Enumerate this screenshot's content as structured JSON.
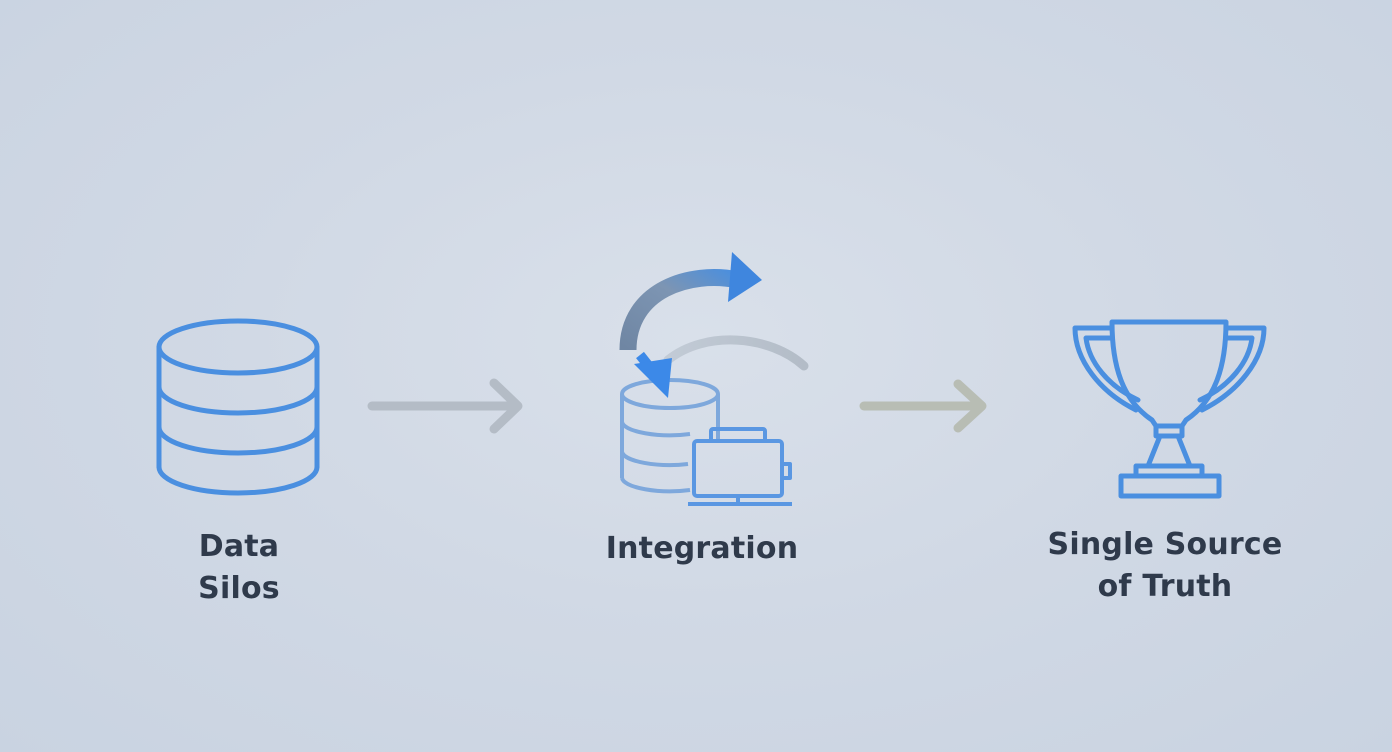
{
  "steps": [
    {
      "id": "silos",
      "label_lines": [
        "Data",
        "Silos"
      ],
      "icon": "database-icon"
    },
    {
      "id": "integration",
      "label_lines": [
        "Integration"
      ],
      "icon": "integration-icon"
    },
    {
      "id": "truth",
      "label_lines": [
        "Single Source",
        "of Truth"
      ],
      "icon": "trophy-icon"
    }
  ],
  "colors": {
    "background": "#d1d9e5",
    "icon_blue": "#4a8fe0",
    "arrow_gray": "#b4bcc6",
    "curve_slate": "#6a86a8",
    "accent_blue": "#3c89e8",
    "label_text": "#2f3a4b"
  }
}
